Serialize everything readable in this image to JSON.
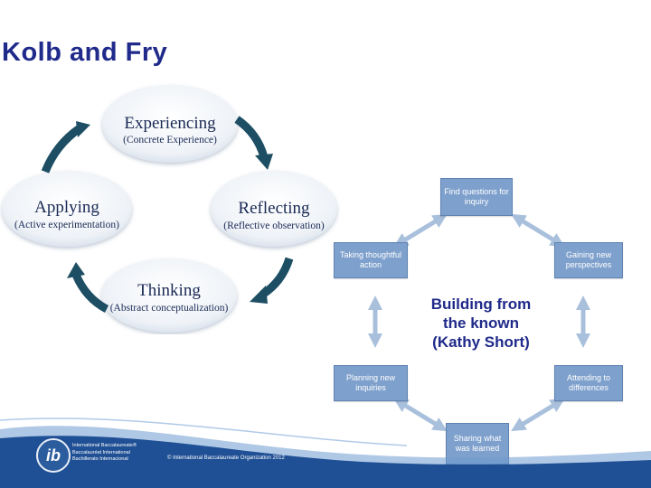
{
  "slide": {
    "title": "Kolb and Fry"
  },
  "kolb_cycle": {
    "stages": [
      {
        "id": "experiencing",
        "label": "Experiencing",
        "sub": "(Concrete Experience)"
      },
      {
        "id": "reflecting",
        "label": "Reflecting",
        "sub": "(Reflective observation)"
      },
      {
        "id": "thinking",
        "label": "Thinking",
        "sub": "(Abstract conceptualization)"
      },
      {
        "id": "applying",
        "label": "Applying",
        "sub": "(Active experimentation)"
      }
    ],
    "colors": {
      "ellipse": "#eef2f7",
      "arrow": "#1d4e63",
      "text": "#1a2a55"
    }
  },
  "short_cycle": {
    "center_label": "Building from the known (Kathy Short)",
    "center_lines": [
      "Building from",
      "the known",
      "(Kathy Short)"
    ],
    "boxes": [
      {
        "id": "find-questions",
        "label": "Find questions for inquiry"
      },
      {
        "id": "gaining-perspectives",
        "label": "Gaining new perspectives"
      },
      {
        "id": "attending-differences",
        "label": "Attending to differences"
      },
      {
        "id": "sharing-learned",
        "label": "Sharing what was learned"
      },
      {
        "id": "planning-inquiries",
        "label": "Planning new inquiries"
      },
      {
        "id": "taking-action",
        "label": "Taking thoughtful action"
      }
    ],
    "colors": {
      "box": "#7ea0cc",
      "arrow": "#a9c0dc",
      "center_text": "#1f2a8a"
    }
  },
  "footer": {
    "logo_text": "ib",
    "org_names": [
      "International Baccalaureate®",
      "Baccalauréat International",
      "Bachillerato Internacional"
    ],
    "copyright": "© International Baccalaureate Organization 2012",
    "colors": {
      "wave_dark": "#1f4f94",
      "wave_light": "#6e9bd0"
    }
  }
}
